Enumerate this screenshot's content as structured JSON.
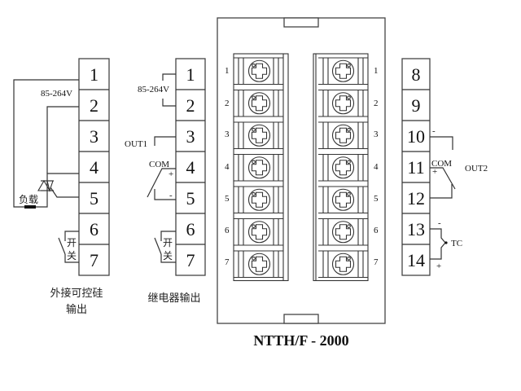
{
  "diagram": {
    "title": "NTTH/F - 2000",
    "panel_left": {
      "caption_line1": "外接可控硅",
      "caption_line2": "输出",
      "terminals": [
        "1",
        "2",
        "3",
        "4",
        "5",
        "6",
        "7"
      ],
      "supply_label": "85-264V",
      "load_label": "负载",
      "switch_label_1": "开",
      "switch_label_2": "关"
    },
    "panel_middle": {
      "caption": "继电器输出",
      "terminals": [
        "1",
        "2",
        "3",
        "4",
        "5",
        "6",
        "7"
      ],
      "supply_label": "85-264V",
      "out_label": "OUT1",
      "com_label": "COM",
      "plus_label": "+",
      "minus_label": "-",
      "switch_label_1": "开",
      "switch_label_2": "关"
    },
    "panel_right": {
      "terminals": [
        "8",
        "9",
        "10",
        "11",
        "12",
        "13",
        "14"
      ],
      "out_label": "OUT2",
      "com_label": "COM",
      "plus_label": "+",
      "minus_label": "-",
      "tc_label": "TC",
      "tc_minus": "-",
      "tc_plus": "+"
    },
    "device": {
      "left_pins": [
        "1",
        "2",
        "3",
        "4",
        "5",
        "6",
        "7"
      ],
      "right_pins": [
        "1",
        "2",
        "3",
        "4",
        "5",
        "6",
        "7"
      ]
    }
  }
}
